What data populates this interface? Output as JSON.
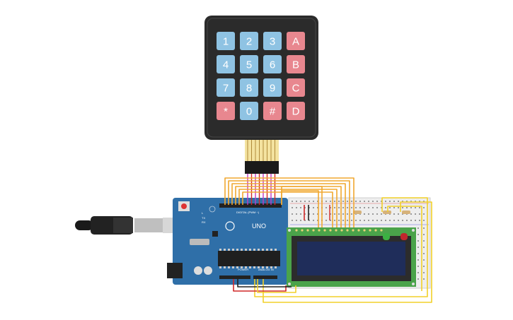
{
  "keypad": {
    "keys": [
      {
        "label": "1",
        "color": "#8fc3e3"
      },
      {
        "label": "2",
        "color": "#8fc3e3"
      },
      {
        "label": "3",
        "color": "#8fc3e3"
      },
      {
        "label": "A",
        "color": "#e8878f"
      },
      {
        "label": "4",
        "color": "#8fc3e3"
      },
      {
        "label": "5",
        "color": "#8fc3e3"
      },
      {
        "label": "6",
        "color": "#8fc3e3"
      },
      {
        "label": "B",
        "color": "#e8878f"
      },
      {
        "label": "7",
        "color": "#8fc3e3"
      },
      {
        "label": "8",
        "color": "#8fc3e3"
      },
      {
        "label": "9",
        "color": "#8fc3e3"
      },
      {
        "label": "C",
        "color": "#e8878f"
      },
      {
        "label": "*",
        "color": "#e8878f"
      },
      {
        "label": "0",
        "color": "#8fc3e3"
      },
      {
        "label": "#",
        "color": "#e8878f"
      },
      {
        "label": "D",
        "color": "#e8878f"
      }
    ]
  },
  "arduino": {
    "model": "UNO",
    "digital_label": "DIGITAL (PWM ~)",
    "power_label": "POWER",
    "analog_label": "ANALOG IN",
    "tx_label": "TX",
    "rx_label": "RX",
    "l_label": "L",
    "on_label": "ON"
  },
  "colors": {
    "board": "#2f6fa8",
    "keypad_body": "#2b2b2b",
    "lcd_pcb": "#4aa34a",
    "lcd_screen": "#1f2d5a",
    "wire_orange": "#f0a830",
    "wire_red": "#d12828",
    "wire_yellow": "#f2d02a",
    "wire_black": "#222222"
  }
}
